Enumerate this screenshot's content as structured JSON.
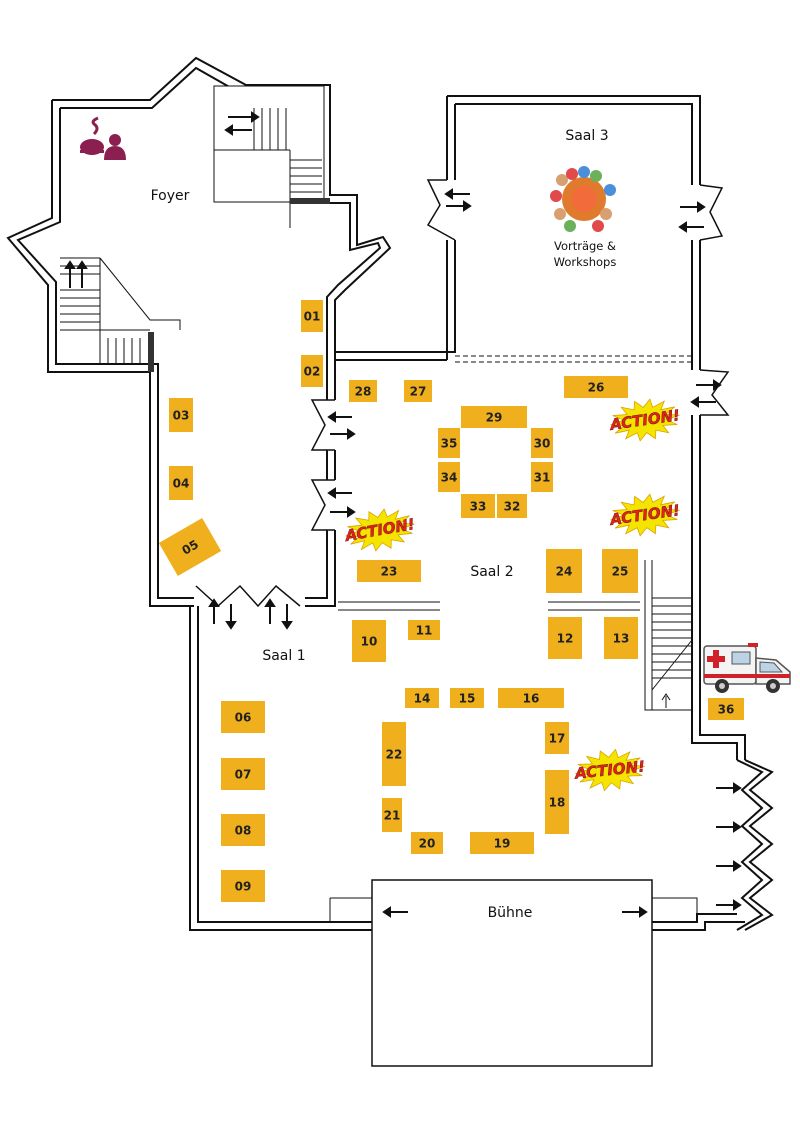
{
  "rooms": {
    "foyer": "Foyer",
    "saal1": "Saal 1",
    "saal2": "Saal 2",
    "saal3": "Saal 3",
    "buehne": "Bühne"
  },
  "saal3_caption": {
    "line1": "Vorträge &",
    "line2": "Workshops"
  },
  "action_label": "ACTION!",
  "booths": [
    "01",
    "02",
    "03",
    "04",
    "05",
    "06",
    "07",
    "08",
    "09",
    "10",
    "11",
    "12",
    "13",
    "14",
    "15",
    "16",
    "17",
    "18",
    "19",
    "20",
    "21",
    "22",
    "23",
    "24",
    "25",
    "26",
    "27",
    "28",
    "29",
    "30",
    "31",
    "32",
    "33",
    "34",
    "35",
    "36"
  ],
  "colors": {
    "booth": "#f0b01e",
    "foyer_icon": "#8b1f4f",
    "action_burst": "#f5e400",
    "action_text": "#e0241b",
    "ambulance_cross": "#d0202a",
    "wall": "#111111"
  },
  "icons": {
    "foyer": "catering-icon",
    "saal3": "meeting-circle-icon",
    "emergency": "ambulance-icon",
    "doors": "arrow-icon"
  }
}
